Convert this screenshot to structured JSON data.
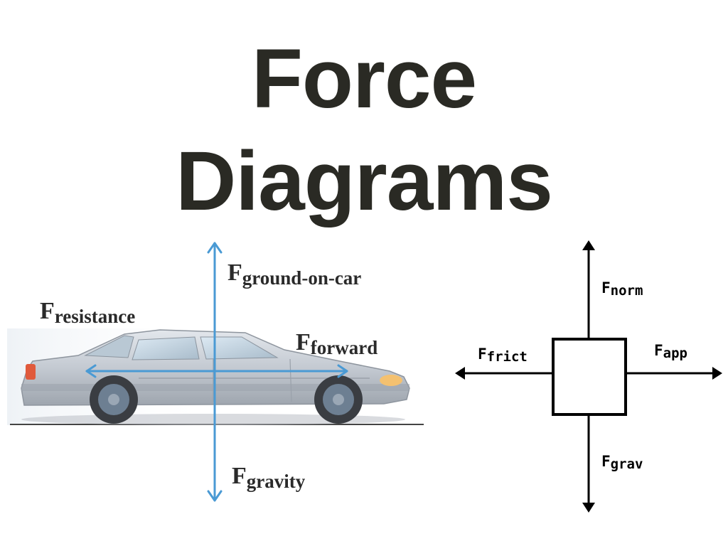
{
  "title": {
    "line1": "Force",
    "line2": "Diagrams"
  },
  "car_diagram": {
    "labels": {
      "resistance": {
        "main": "F",
        "sub": "resistance"
      },
      "forward": {
        "main": "F",
        "sub": "forward"
      },
      "ground_on_car": {
        "main": "F",
        "sub": "ground-on-car"
      },
      "gravity": {
        "main": "F",
        "sub": "gravity"
      }
    },
    "arrow_color": "#4a9ad4",
    "car_body_color": "#c4cad2"
  },
  "box_diagram": {
    "labels": {
      "norm": {
        "main": "F",
        "sub": "norm"
      },
      "frict": {
        "main": "F",
        "sub": "frict"
      },
      "app": {
        "main": "F",
        "sub": "app"
      },
      "grav": {
        "main": "F",
        "sub": "grav"
      }
    },
    "line_color": "#000000"
  }
}
